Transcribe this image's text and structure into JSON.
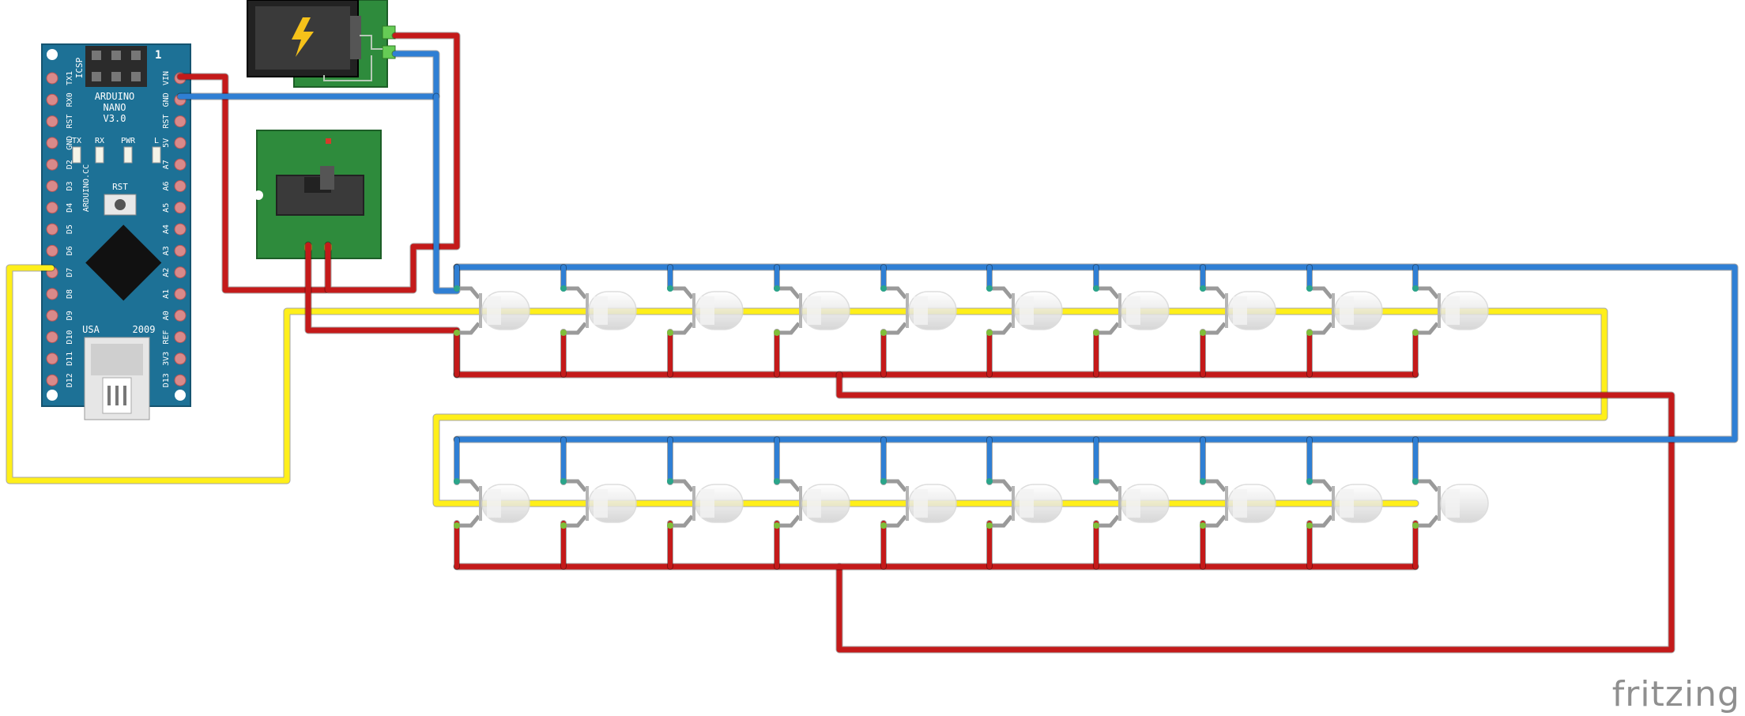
{
  "arduino": {
    "title_line1": "ARDUINO",
    "title_line2": "NANO",
    "title_line3": "V3.0",
    "icsp_label": "ICSP",
    "pin1_marker": "1",
    "left_pins": [
      "TX1",
      "RX0",
      "RST",
      "GND",
      "D2",
      "D3",
      "D4",
      "D5",
      "D6",
      "D7",
      "D8",
      "D9",
      "D10",
      "D11",
      "D12"
    ],
    "right_pins": [
      "VIN",
      "GND",
      "RST",
      "5V",
      "A7",
      "A6",
      "A5",
      "A4",
      "A3",
      "A2",
      "A1",
      "A0",
      "REF",
      "3V3",
      "D13"
    ],
    "led_labels": [
      "TX",
      "RX",
      "PWR",
      "L"
    ],
    "rst_button_label": "RST",
    "site_label": "ARDUINO.CC",
    "usa_label": "USA",
    "year_label": "2009"
  },
  "colors": {
    "wire_power": "#c41a1a",
    "wire_ground": "#2f7fd4",
    "wire_signal": "#ffef1a",
    "board_arduino": "#1d7196",
    "board_module": "#2e8b3c"
  },
  "leds": {
    "rows": 2,
    "per_row": 10
  },
  "brand": "fritzing"
}
